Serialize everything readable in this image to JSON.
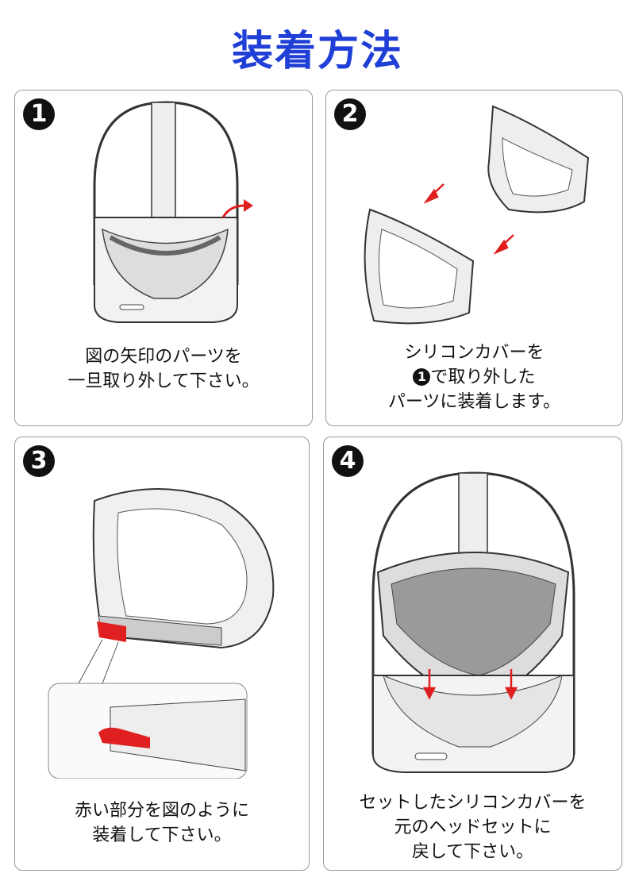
{
  "title": "装着方法",
  "steps": [
    {
      "number": "1",
      "lines": [
        "図の矢印のパーツを",
        "一旦取り外して下さい。"
      ]
    },
    {
      "number": "2",
      "lines": [
        "シリコンカバーを",
        "で取り外した",
        "パーツに装着します。"
      ],
      "ref_number": "1"
    },
    {
      "number": "3",
      "lines": [
        "赤い部分を図のように",
        "装着して下さい。"
      ]
    },
    {
      "number": "4",
      "lines": [
        "セットしたシリコンカバーを",
        "元のヘッドセットに",
        "戻して下さい。"
      ]
    }
  ],
  "colors": {
    "title": "#1f3fd6",
    "arrow": "#e02020",
    "border": "#9a9a9a"
  }
}
